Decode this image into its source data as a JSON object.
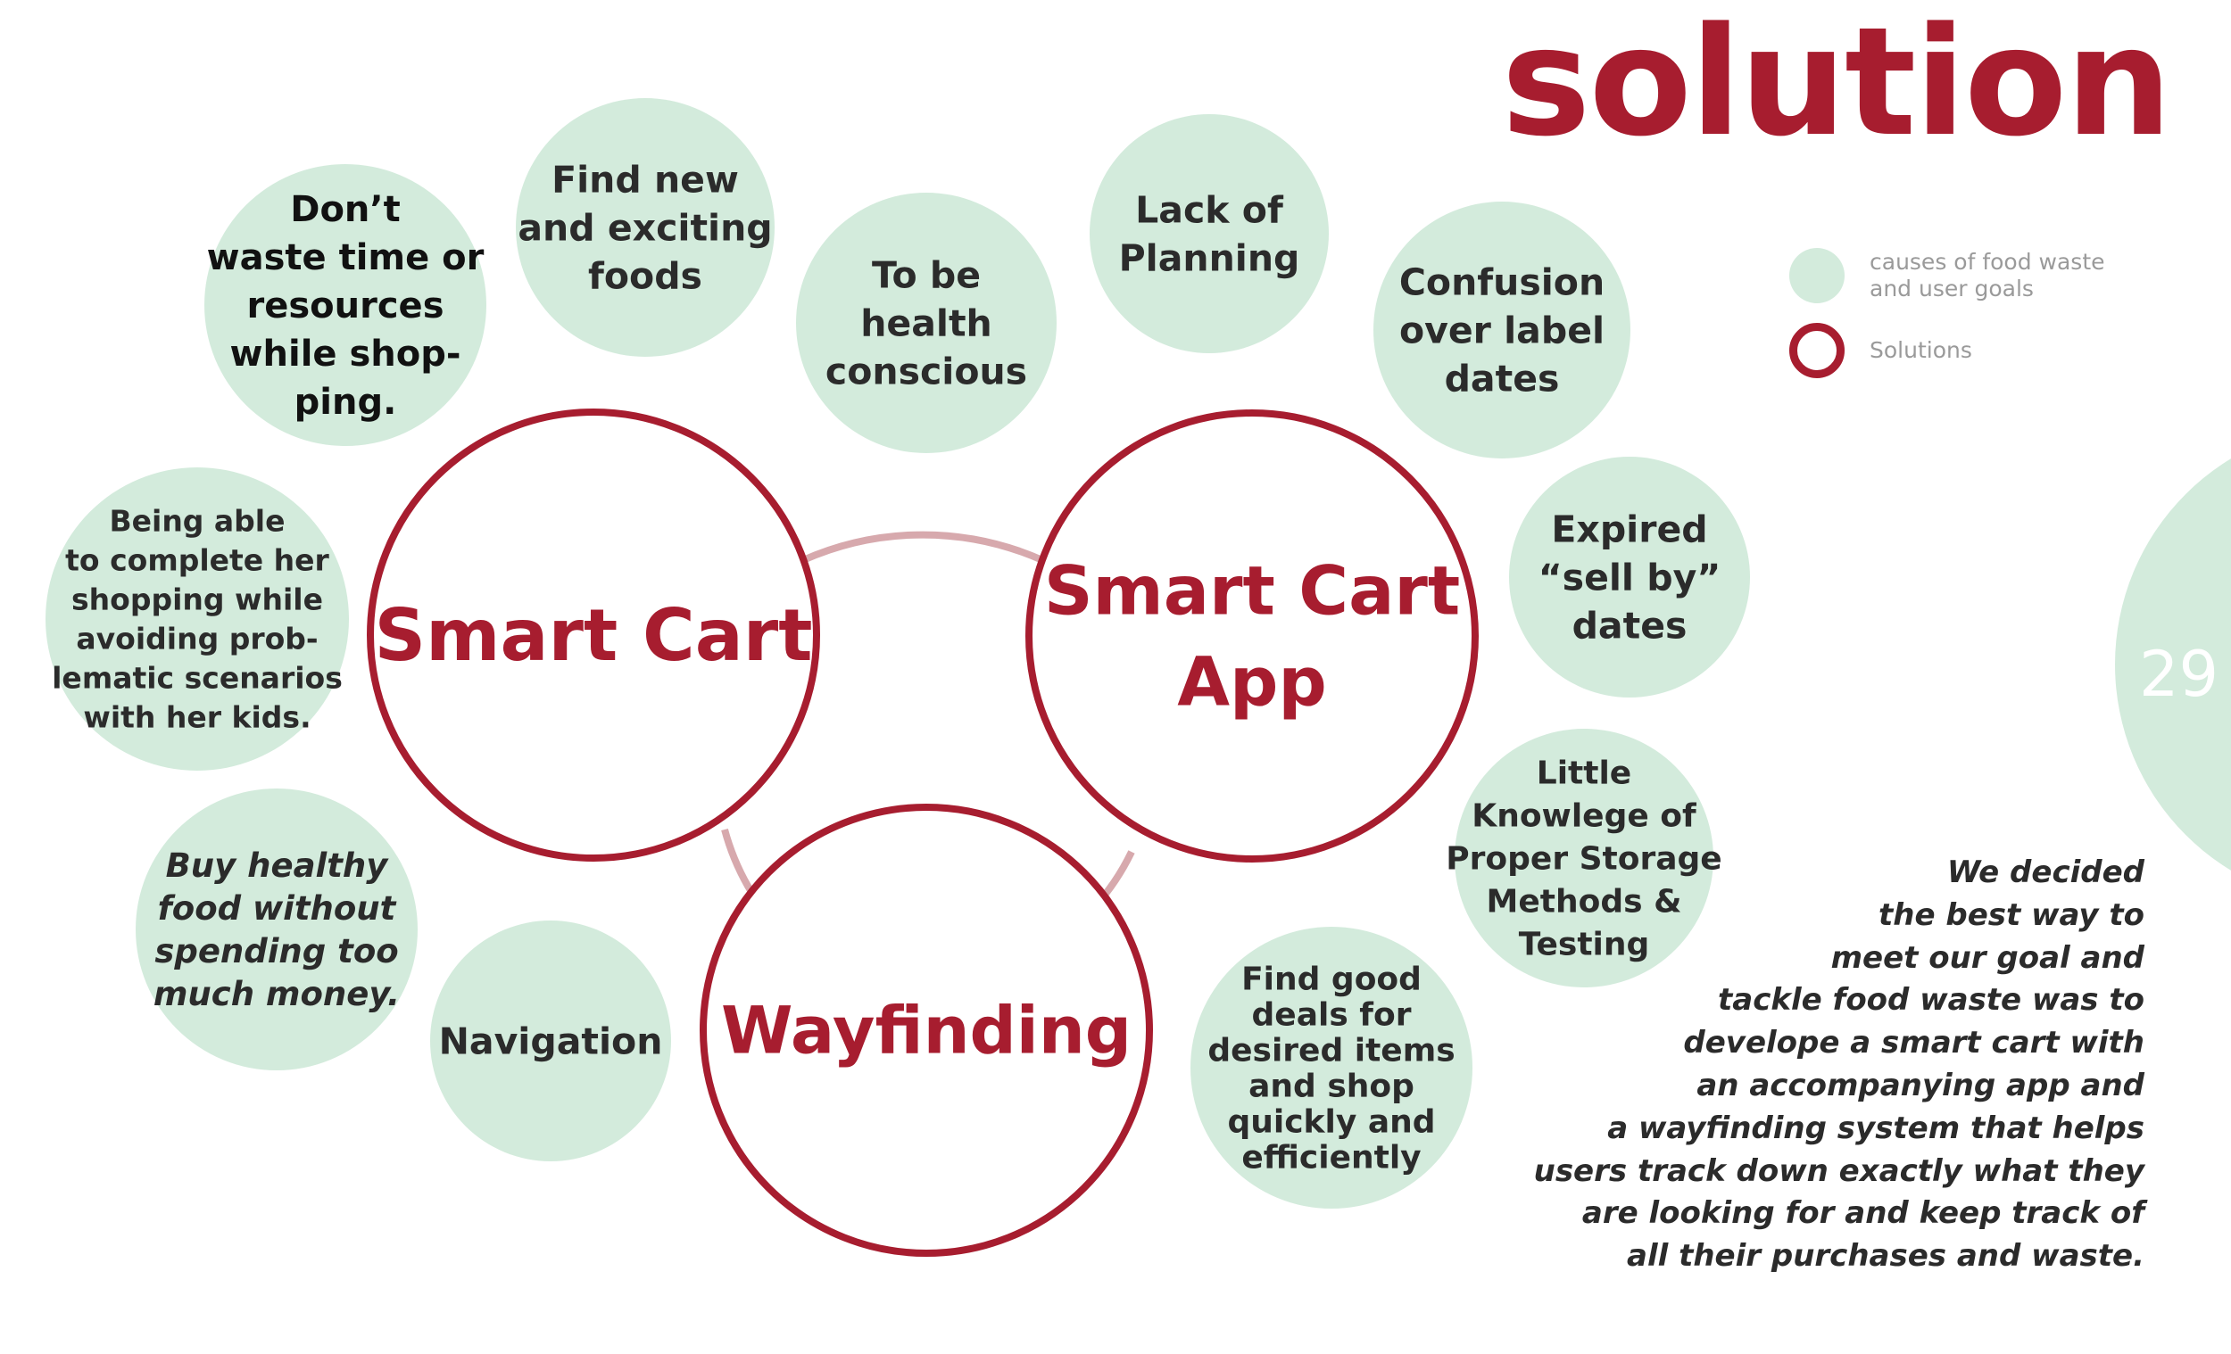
{
  "title": "solution",
  "page_number": "29",
  "colors": {
    "goal_fill": "#d3ebdc",
    "solution_stroke": "#a71d2f",
    "connector": "#d7a9ad",
    "text_dark": "#2b2b2b",
    "legend_text": "#9a9a9a"
  },
  "legend": {
    "goals_label": "causes of food waste\nand user goals",
    "solutions_label": "Solutions"
  },
  "goals": [
    {
      "id": "dont-waste-time",
      "lines": [
        "Don’t",
        "waste time or",
        "resources",
        "while shop-",
        "ping."
      ],
      "style": "dark"
    },
    {
      "id": "find-new-foods",
      "lines": [
        "Find new",
        "and exciting",
        "foods"
      ]
    },
    {
      "id": "health-conscious",
      "lines": [
        "To be",
        "health",
        "conscious"
      ]
    },
    {
      "id": "lack-of-planning",
      "lines": [
        "Lack of",
        "Planning"
      ]
    },
    {
      "id": "label-dates",
      "lines": [
        "Confusion",
        "over label",
        "dates"
      ]
    },
    {
      "id": "expired-sell-by",
      "lines": [
        "Expired",
        "“sell by”",
        "dates"
      ]
    },
    {
      "id": "storage-methods",
      "lines": [
        "Little",
        "Knowlege of",
        "Proper Storage",
        "Methods &",
        "Testing"
      ]
    },
    {
      "id": "good-deals",
      "lines": [
        "Find good",
        "deals for",
        "desired items",
        "and shop",
        "quickly and",
        "efficiently"
      ]
    },
    {
      "id": "navigation",
      "lines": [
        "Navigation"
      ]
    },
    {
      "id": "buy-healthy",
      "lines": [
        "Buy healthy",
        "food without",
        "spending too",
        "much money."
      ],
      "style": "italic"
    },
    {
      "id": "kids-scenarios",
      "lines": [
        "Being able",
        "to complete her",
        "shopping while",
        "avoiding prob-",
        "lematic scenarios",
        "with her kids."
      ]
    }
  ],
  "solutions": [
    {
      "id": "smart-cart",
      "lines": [
        "Smart Cart"
      ]
    },
    {
      "id": "smart-cart-app",
      "lines": [
        "Smart Cart",
        "App"
      ]
    },
    {
      "id": "wayfinding",
      "lines": [
        "Wayfinding"
      ]
    }
  ],
  "description": "We decided\nthe best way to\nmeet our goal and\ntackle food waste was to\ndevelope a smart cart with\nan accompanying app and\na wayfinding system that helps\nusers track down exactly what they\nare looking for and keep track of\nall their purchases and waste."
}
